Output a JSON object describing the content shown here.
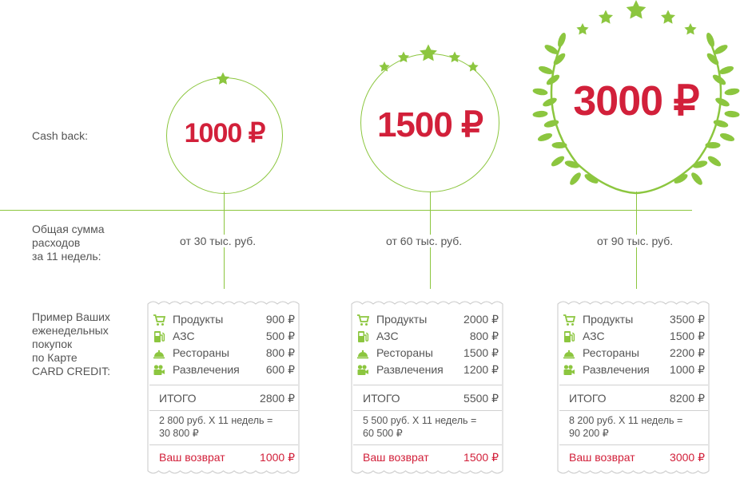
{
  "labels": {
    "cashback": "Cash back:",
    "total": [
      "Общая сумма",
      "расходов",
      "за 11 недель:"
    ],
    "example": [
      "Пример Ваших",
      "еженедельных",
      "покупок",
      "по Карте",
      "CARD CREDIT:"
    ]
  },
  "tiers": [
    {
      "amount": "1000 ₽",
      "threshold": "от 30 тыс. руб.",
      "items": [
        {
          "name": "Продукты",
          "value": "900 ₽",
          "icon": "shopping-cart-icon"
        },
        {
          "name": "АЗС",
          "value": "500 ₽",
          "icon": "fuel-pump-icon"
        },
        {
          "name": "Рестораны",
          "value": "800 ₽",
          "icon": "restaurant-cloche-icon"
        },
        {
          "name": "Развлечения",
          "value": "600 ₽",
          "icon": "movie-camera-icon"
        }
      ],
      "total_label": "ИТОГО",
      "total_value": "2800 ₽",
      "calc_line1": "2 800 руб. Х 11 недель =",
      "calc_line2": "30 800 ₽",
      "refund_label": "Ваш возврат",
      "refund_value": "1000 ₽"
    },
    {
      "amount": "1500 ₽",
      "threshold": "от 60 тыс. руб.",
      "items": [
        {
          "name": "Продукты",
          "value": "2000 ₽",
          "icon": "shopping-cart-icon"
        },
        {
          "name": "АЗС",
          "value": "800 ₽",
          "icon": "fuel-pump-icon"
        },
        {
          "name": "Рестораны",
          "value": "1500 ₽",
          "icon": "restaurant-cloche-icon"
        },
        {
          "name": "Развлечения",
          "value": "1200 ₽",
          "icon": "movie-camera-icon"
        }
      ],
      "total_label": "ИТОГО",
      "total_value": "5500 ₽",
      "calc_line1": "5 500 руб. Х 11 недель =",
      "calc_line2": "60 500 ₽",
      "refund_label": "Ваш возврат",
      "refund_value": "1500 ₽"
    },
    {
      "amount": "3000 ₽",
      "threshold": "от 90 тыс. руб.",
      "items": [
        {
          "name": "Продукты",
          "value": "3500 ₽",
          "icon": "shopping-cart-icon"
        },
        {
          "name": "АЗС",
          "value": "1500 ₽",
          "icon": "fuel-pump-icon"
        },
        {
          "name": "Рестораны",
          "value": "2200 ₽",
          "icon": "restaurant-cloche-icon"
        },
        {
          "name": "Развлечения",
          "value": "1000 ₽",
          "icon": "movie-camera-icon"
        }
      ],
      "total_label": "ИТОГО",
      "total_value": "8200 ₽",
      "calc_line1": "8 200 руб. Х 11 недель =",
      "calc_line2": "90 200 ₽",
      "refund_label": "Ваш возврат",
      "refund_value": "3000 ₽"
    }
  ],
  "colors": {
    "accent_green": "#8cc63f",
    "amount_red": "#d2203a",
    "text_gray": "#555555"
  }
}
